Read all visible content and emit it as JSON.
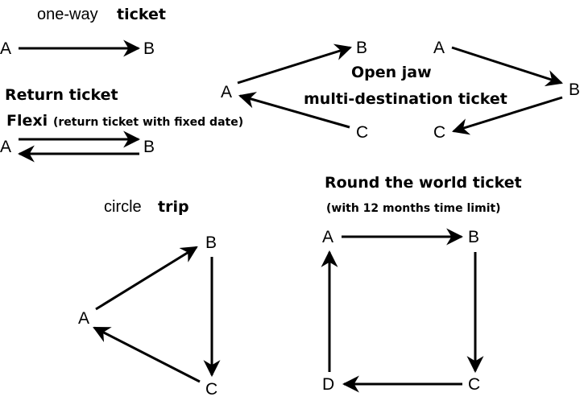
{
  "sections": {
    "one_way": {
      "title_plain": "one-way",
      "title_bold": "ticket",
      "nodes": [
        "A",
        "B"
      ],
      "edges": [
        [
          "A",
          "B"
        ]
      ]
    },
    "return": {
      "title": "Return ticket",
      "subtitle_bold": "Flexi",
      "subtitle_paren": "(return ticket with fixed date)",
      "nodes": [
        "A",
        "B"
      ],
      "edges": [
        [
          "A",
          "B"
        ],
        [
          "B",
          "A"
        ]
      ]
    },
    "open_jaw": {
      "title_line1": "Open jaw",
      "title_line2": "multi-destination ticket",
      "left": {
        "nodes": [
          "A",
          "B",
          "C"
        ],
        "edges": [
          [
            "A",
            "B"
          ],
          [
            "C",
            "A"
          ]
        ]
      },
      "right": {
        "nodes": [
          "A",
          "B",
          "C"
        ],
        "edges": [
          [
            "A",
            "B"
          ],
          [
            "B",
            "C"
          ]
        ]
      }
    },
    "circle_trip": {
      "title_plain": "circle",
      "title_bold": "trip",
      "nodes": [
        "A",
        "B",
        "C"
      ],
      "edges": [
        [
          "A",
          "B"
        ],
        [
          "B",
          "C"
        ],
        [
          "C",
          "A"
        ]
      ]
    },
    "round_the_world": {
      "title": "Round the world ticket",
      "subtitle": "(with 12 months time limit)",
      "nodes": [
        "A",
        "B",
        "C",
        "D"
      ],
      "edges": [
        [
          "A",
          "B"
        ],
        [
          "B",
          "C"
        ],
        [
          "C",
          "D"
        ],
        [
          "D",
          "A"
        ]
      ]
    }
  }
}
